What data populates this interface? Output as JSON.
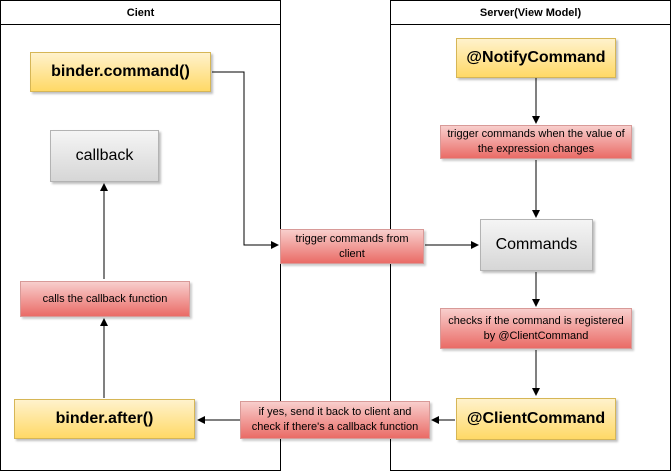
{
  "lanes": {
    "client_title": "Cient",
    "server_title": "Server(View Model)"
  },
  "nodes": {
    "binder_command": "binder.command()",
    "callback": "callback",
    "calls_callback": "calls the callback function",
    "binder_after": "binder.after()",
    "notify_command": "@NotifyCommand",
    "trigger_when_changes": "trigger commands when the value of the expression changes",
    "commands": "Commands",
    "checks_registered": "checks if the command is registered by @ClientCommand",
    "client_command": "@ClientCommand",
    "trigger_from_client": "trigger  commands from client",
    "send_back": "if yes, send it back to client and check if there's a callback function"
  },
  "colors": {
    "yellow_fill": "#ffd966",
    "grey_fill": "#d6d6d6",
    "red_fill": "#ea6b66",
    "line": "#000000"
  }
}
